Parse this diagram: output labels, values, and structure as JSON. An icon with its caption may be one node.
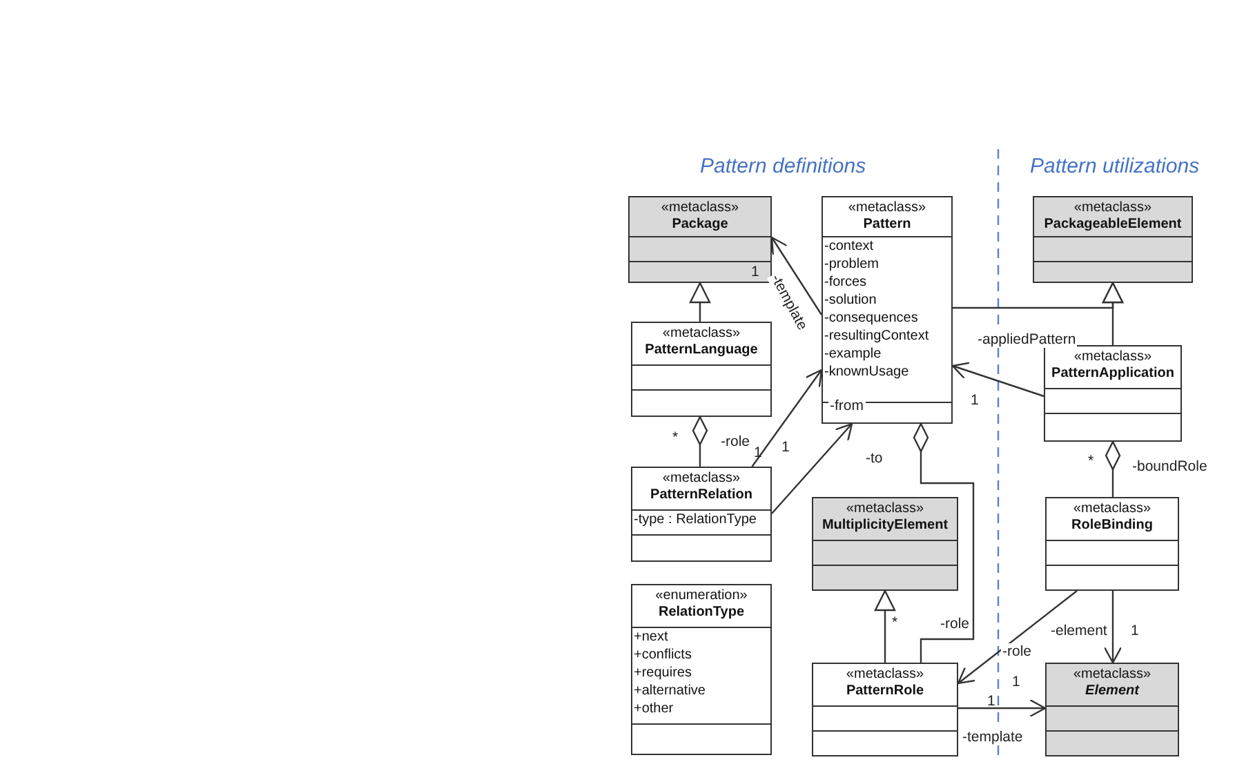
{
  "diagram": {
    "nodes": [
      {
        "text": [
          "«metaclass»",
          "Package"
        ]
      },
      {
        "text": [
          "«metaclass»",
          "Pattern",
          "-context",
          "-problem",
          "-forces",
          "-solution",
          "-consequences",
          "-resultingContext",
          "-example",
          "-knownUsage"
        ]
      },
      {
        "text": [
          "«metaclass»",
          "PackageableElement"
        ]
      },
      {
        "text": [
          "«metaclass»",
          "PatternLanguage"
        ]
      },
      {
        "text": [
          "«metaclass»",
          "PatternApplication"
        ]
      },
      {
        "text": [
          "«metaclass»",
          "PatternRelation",
          "-type : RelationType"
        ]
      },
      {
        "text": [
          "«metaclass»",
          "MultiplicityElement"
        ]
      },
      {
        "text": [
          "«metaclass»",
          "RoleBinding"
        ]
      },
      {
        "text": [
          "«enumeration»",
          "RelationType",
          "+next",
          "+conflicts",
          "+requires",
          "+alternative",
          "+other"
        ]
      },
      {
        "text": [
          "«metaclass»",
          "PatternRole"
        ]
      },
      {
        "text": [
          "«metaclass»",
          "Element"
        ]
      }
    ],
    "edges": [
      {
        "from": 3,
        "to": 0,
        "arrow": "to"
      },
      {
        "from": 4,
        "to": 2,
        "arrow": "to"
      },
      {
        "from": 1,
        "to": 2,
        "arrow": "to"
      },
      {
        "from": 1,
        "to": 0,
        "arrow": "to",
        "label": "-template"
      },
      {
        "from": 3,
        "to": 5,
        "arrow": "other",
        "label": "-role"
      },
      {
        "from": 5,
        "to": 1,
        "arrow": "to",
        "label": "-from"
      },
      {
        "from": 5,
        "to": 1,
        "arrow": "to",
        "label": "-to"
      },
      {
        "from": 1,
        "to": 9,
        "arrow": "other",
        "label": "-role"
      },
      {
        "from": 9,
        "to": 6,
        "arrow": "to"
      },
      {
        "from": 4,
        "to": 1,
        "arrow": "to",
        "label": "-appliedPattern"
      },
      {
        "from": 4,
        "to": 7,
        "arrow": "other",
        "label": "-boundRole"
      },
      {
        "from": 7,
        "to": 9,
        "arrow": "to",
        "label": "-role"
      },
      {
        "from": 7,
        "to": 10,
        "arrow": "to",
        "label": "-element"
      },
      {
        "from": 9,
        "to": 10,
        "arrow": "to",
        "label": "-template"
      }
    ],
    "labels": [
      "Pattern definitions",
      "Pattern utilizations",
      "1",
      "1",
      "*",
      "1",
      "1",
      "*",
      "*",
      "1",
      "1",
      "1"
    ]
  }
}
